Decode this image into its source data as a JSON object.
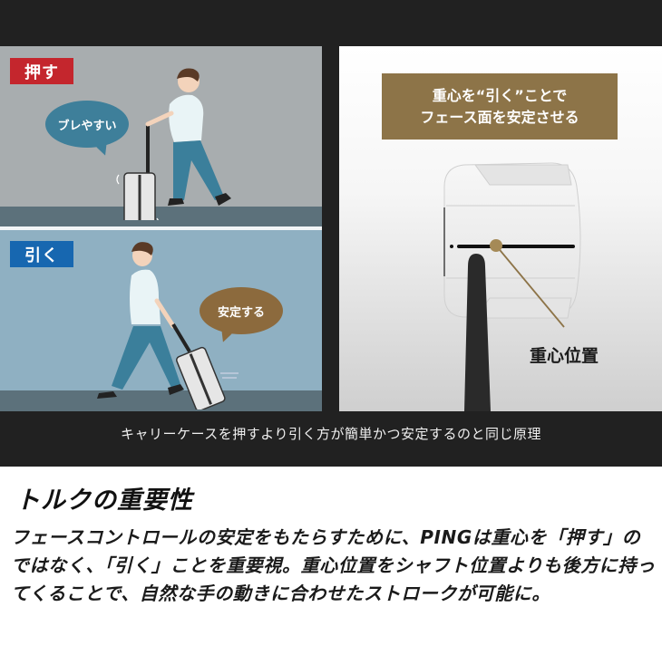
{
  "left_panel": {
    "push_scene": {
      "tag_label": "押す",
      "tag_color": "#c4262d",
      "bubble_text": "ブレやすい",
      "bubble_color": "#3e7f9a"
    },
    "pull_scene": {
      "tag_label": "引く",
      "tag_color": "#1767b0",
      "bubble_text": "安定する",
      "bubble_color": "#8c6a3d"
    }
  },
  "right_panel": {
    "callout_line1": "重心を“引く”ことで",
    "callout_line2": "フェース面を安定させる",
    "callout_color": "#8d7448",
    "cog_label": "重心位置"
  },
  "caption": "キャリーケースを押すより引く方が簡単かつ安定するのと同じ原理",
  "section": {
    "heading": "トルクの重要性",
    "body": "フェースコントロールの安定をもたらすために、PINGは重心を「押す」のではなく、「引く」ことを重要視。重心位置をシャフト位置よりも後方に持ってくることで、自然な手の動きに合わせたストロークが可能に。"
  }
}
